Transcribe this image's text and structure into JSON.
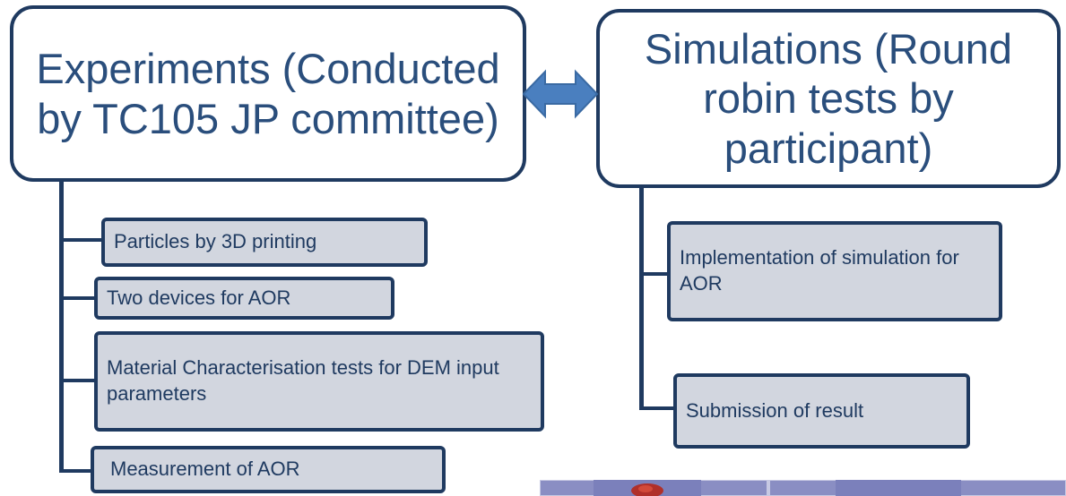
{
  "left": {
    "title": "Experiments (Conducted by TC105 JP committee)",
    "items": [
      "Particles by 3D printing",
      "Two devices for AOR",
      "Material Characterisation tests for DEM input parameters",
      "Measurement of AOR"
    ]
  },
  "right": {
    "title": "Simulations (Round robin tests by participant)",
    "items": [
      "Implementation of simulation for AOR",
      "Submission of result"
    ]
  },
  "connector": {
    "icon": "double-arrow-icon",
    "color": "#4a7fbf"
  },
  "colors": {
    "border": "#1f3a60",
    "title_text": "#2a4e7c",
    "item_fill": "#d2d6df"
  }
}
